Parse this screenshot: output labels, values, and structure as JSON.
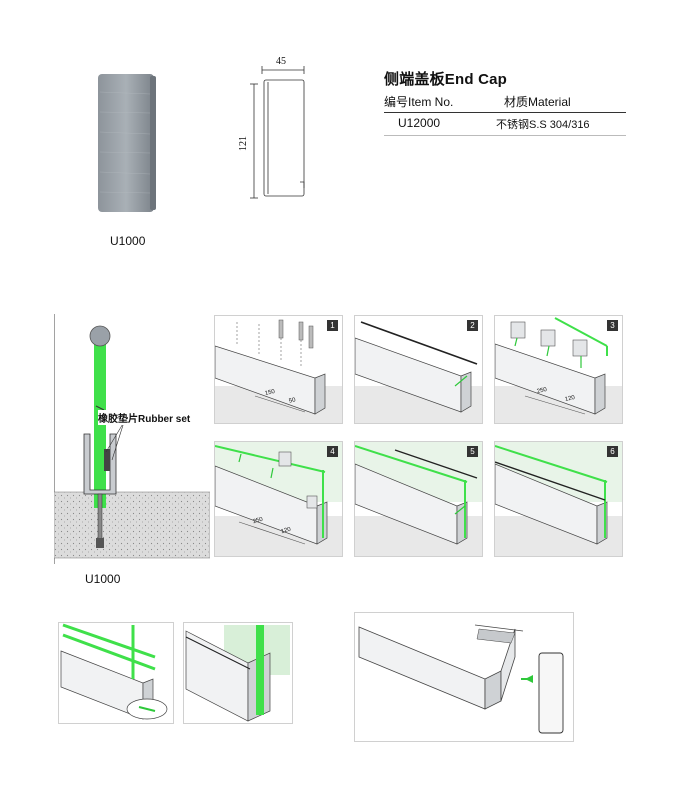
{
  "product": {
    "title": "侧端盖板End Cap",
    "header_item": "编号Item No.",
    "header_material": "材质Material",
    "item_no": "U12000",
    "material": "不锈钢S.S 304/316"
  },
  "drawing": {
    "width_dim": "45",
    "height_dim": "121"
  },
  "captions": {
    "top_product": "U1000",
    "section_product": "U1000",
    "rubber_label": "橡胶垫片Rubber set"
  },
  "steps": [
    {
      "num": "1",
      "dims": [
        "150",
        "50"
      ]
    },
    {
      "num": "2"
    },
    {
      "num": "3",
      "dims": [
        "250",
        "120"
      ]
    },
    {
      "num": "4",
      "dims": [
        "250",
        "120"
      ]
    },
    {
      "num": "5"
    },
    {
      "num": "6"
    }
  ],
  "colors": {
    "glass_green": "#3fe04a",
    "aluminium_grey": "#9aa1a8",
    "line": "#333333"
  }
}
